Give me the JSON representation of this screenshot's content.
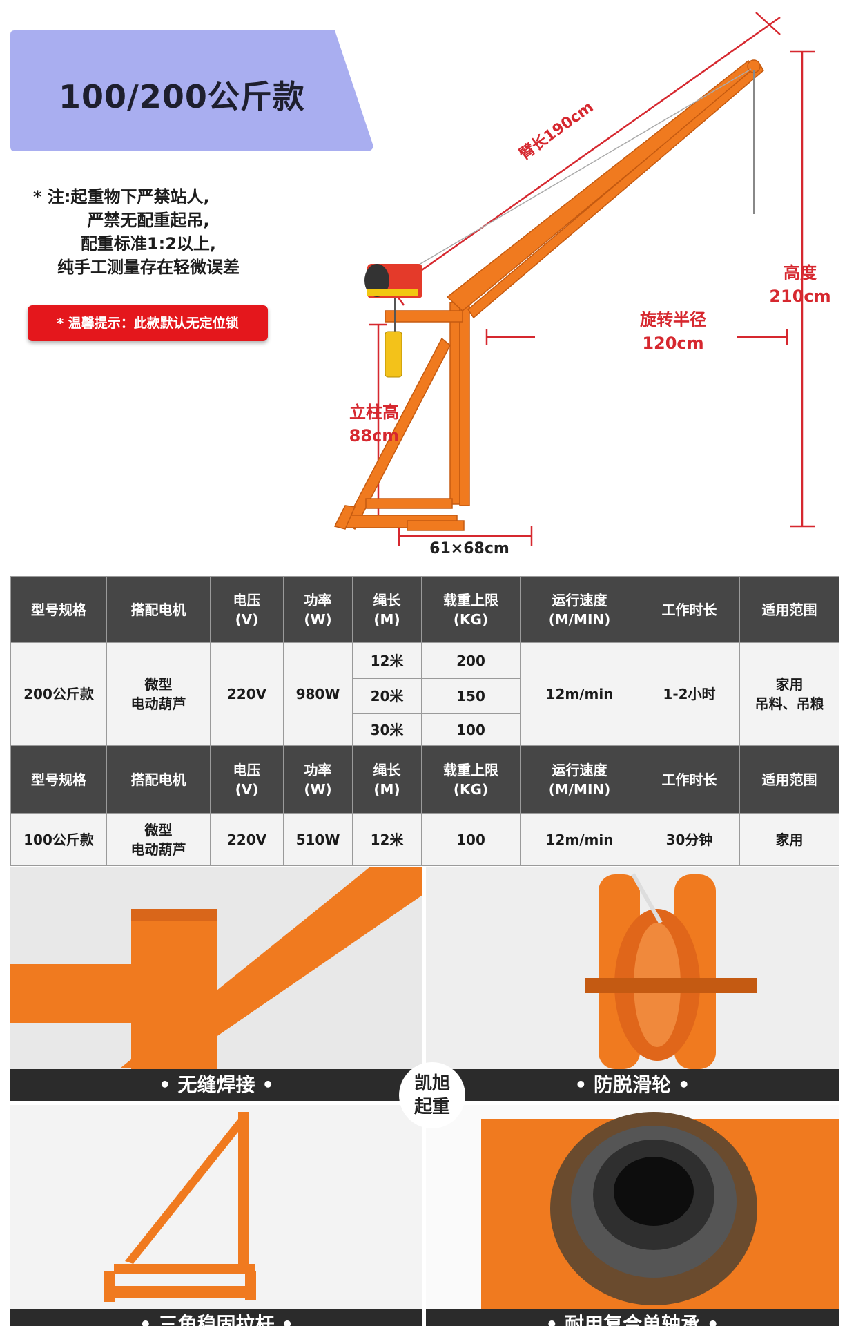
{
  "header": {
    "title": "100/200公斤款",
    "note_lines": [
      "* 注:起重物下严禁站人,",
      "严禁无配重起吊,",
      "配重标准1:2以上,",
      "纯手工测量存在轻微误差"
    ],
    "tip": "* 温馨提示：此款默认无定位锁"
  },
  "diagram": {
    "arm_length": "臂长190cm",
    "height_label": "高度",
    "height_value": "210cm",
    "radius_label": "旋转半径",
    "radius_value": "120cm",
    "column_label": "立柱高",
    "column_value": "88cm",
    "base_size": "61×68cm",
    "colors": {
      "frame": "#f07a1f",
      "dimension": "#d6282f"
    }
  },
  "spec_table": {
    "headers": [
      "型号规格",
      "搭配电机",
      "电压(V)",
      "功率(W)",
      "绳长(M)",
      "载重上限(KG)",
      "运行速度(M/MIN)",
      "工作时长",
      "适用范围"
    ],
    "header_lines": [
      [
        "型号规格"
      ],
      [
        "搭配电机"
      ],
      [
        "电压",
        "(V)"
      ],
      [
        "功率",
        "(W)"
      ],
      [
        "绳长",
        "(M)"
      ],
      [
        "载重上限",
        "(KG)"
      ],
      [
        "运行速度",
        "(M/MIN)"
      ],
      [
        "工作时长"
      ],
      [
        "适用范围"
      ]
    ],
    "model_200": {
      "model": "200公斤款",
      "motor_lines": [
        "微型",
        "电动葫芦"
      ],
      "voltage": "220V",
      "power": "980W",
      "rope": [
        "12米",
        "20米",
        "30米"
      ],
      "load": [
        "200",
        "150",
        "100"
      ],
      "speed": "12m/min",
      "work_time": "1-2小时",
      "usage_lines": [
        "家用",
        "吊料、吊粮"
      ]
    },
    "model_100": {
      "model": "100公斤款",
      "motor_lines": [
        "微型",
        "电动葫芦"
      ],
      "voltage": "220V",
      "power": "510W",
      "rope": "12米",
      "load": "100",
      "speed": "12m/min",
      "work_time": "30分钟",
      "usage": "家用"
    }
  },
  "features": {
    "weld": "• 无缝焊接 •",
    "pulley": "• 防脱滑轮 •",
    "triangle": "• 三角稳固拉杆 •",
    "bearing": "• 耐用复合单轴承 •",
    "brand_lines": [
      "凯旭",
      "起重"
    ]
  }
}
